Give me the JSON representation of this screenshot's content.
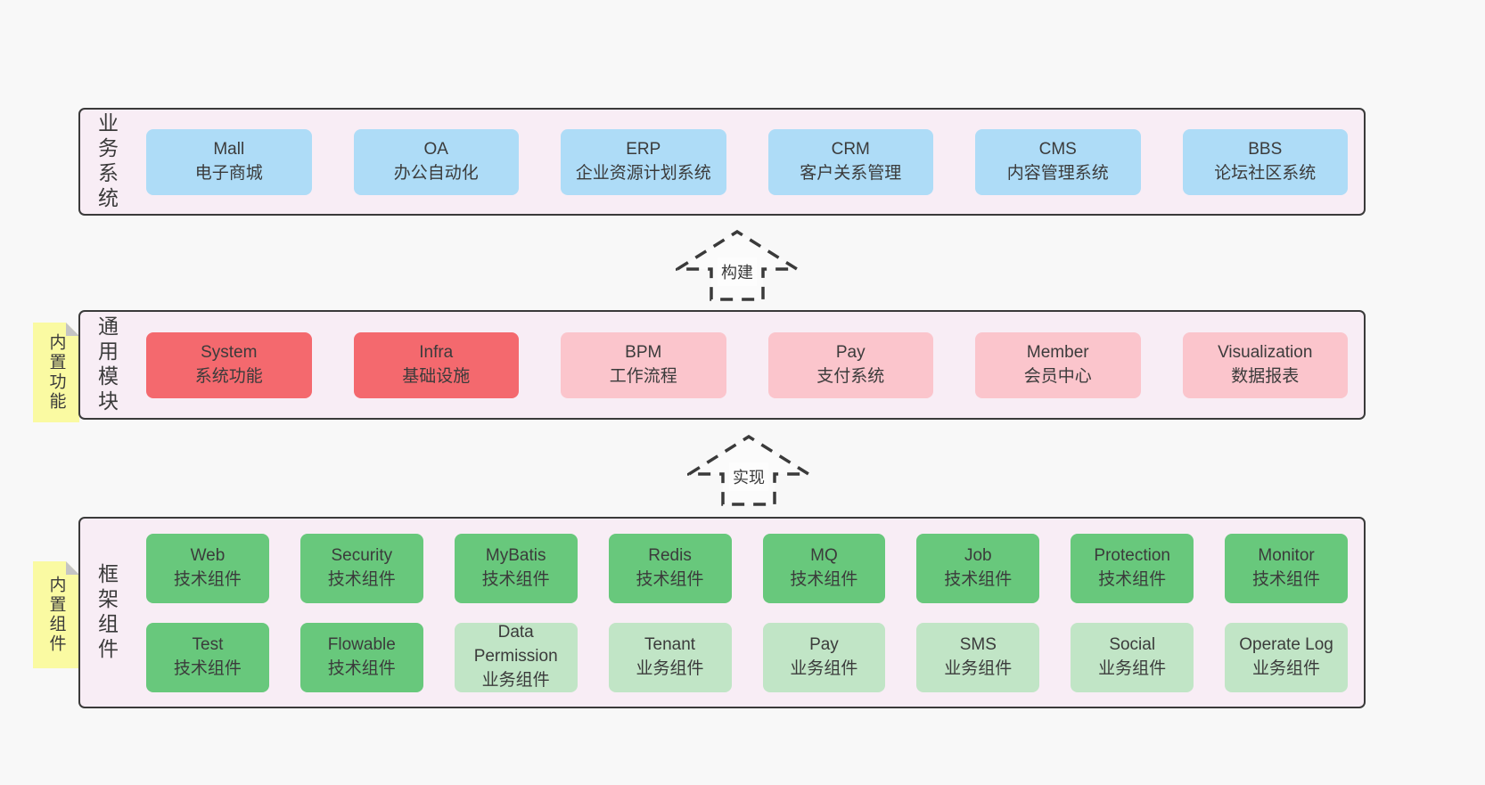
{
  "colors": {
    "page_bg": "#f8f8f8",
    "band_bg": "#f8edf5",
    "band_border": "#3a3a3a",
    "blue": "#aedcf7",
    "red": "#f4696e",
    "pink": "#fbc5cc",
    "green": "#68c87c",
    "light_green": "#c1e5c6",
    "note_bg": "#fafaa2",
    "note_fold": "#c4c4c4",
    "text": "#3b3b3b"
  },
  "arrows": [
    {
      "label": "构建"
    },
    {
      "label": "实现"
    }
  ],
  "bands": [
    {
      "label": "业务系统",
      "boxes": [
        {
          "title": "Mall",
          "subtitle": "电子商城",
          "variant": "blue"
        },
        {
          "title": "OA",
          "subtitle": "办公自动化",
          "variant": "blue"
        },
        {
          "title": "ERP",
          "subtitle": "企业资源计划系统",
          "variant": "blue"
        },
        {
          "title": "CRM",
          "subtitle": "客户关系管理",
          "variant": "blue"
        },
        {
          "title": "CMS",
          "subtitle": "内容管理系统",
          "variant": "blue"
        },
        {
          "title": "BBS",
          "subtitle": "论坛社区系统",
          "variant": "blue"
        }
      ]
    },
    {
      "label": "通用模块",
      "note": "内置功能",
      "boxes": [
        {
          "title": "System",
          "subtitle": "系统功能",
          "variant": "red"
        },
        {
          "title": "Infra",
          "subtitle": "基础设施",
          "variant": "red"
        },
        {
          "title": "BPM",
          "subtitle": "工作流程",
          "variant": "pink"
        },
        {
          "title": "Pay",
          "subtitle": "支付系统",
          "variant": "pink"
        },
        {
          "title": "Member",
          "subtitle": "会员中心",
          "variant": "pink"
        },
        {
          "title": "Visualization",
          "subtitle": "数据报表",
          "variant": "pink"
        }
      ]
    },
    {
      "label": "框架组件",
      "note": "内置组件",
      "rows": [
        [
          {
            "title": "Web",
            "subtitle": "技术组件",
            "variant": "green"
          },
          {
            "title": "Security",
            "subtitle": "技术组件",
            "variant": "green"
          },
          {
            "title": "MyBatis",
            "subtitle": "技术组件",
            "variant": "green"
          },
          {
            "title": "Redis",
            "subtitle": "技术组件",
            "variant": "green"
          },
          {
            "title": "MQ",
            "subtitle": "技术组件",
            "variant": "green"
          },
          {
            "title": "Job",
            "subtitle": "技术组件",
            "variant": "green"
          },
          {
            "title": "Protection",
            "subtitle": "技术组件",
            "variant": "green"
          },
          {
            "title": "Monitor",
            "subtitle": "技术组件",
            "variant": "green"
          }
        ],
        [
          {
            "title": "Test",
            "subtitle": "技术组件",
            "variant": "green"
          },
          {
            "title": "Flowable",
            "subtitle": "技术组件",
            "variant": "green"
          },
          {
            "title": "Data Permission",
            "subtitle": "业务组件",
            "variant": "light_green"
          },
          {
            "title": "Tenant",
            "subtitle": "业务组件",
            "variant": "light_green"
          },
          {
            "title": "Pay",
            "subtitle": "业务组件",
            "variant": "light_green"
          },
          {
            "title": "SMS",
            "subtitle": "业务组件",
            "variant": "light_green"
          },
          {
            "title": "Social",
            "subtitle": "业务组件",
            "variant": "light_green"
          },
          {
            "title": "Operate Log",
            "subtitle": "业务组件",
            "variant": "light_green"
          }
        ]
      ]
    }
  ]
}
